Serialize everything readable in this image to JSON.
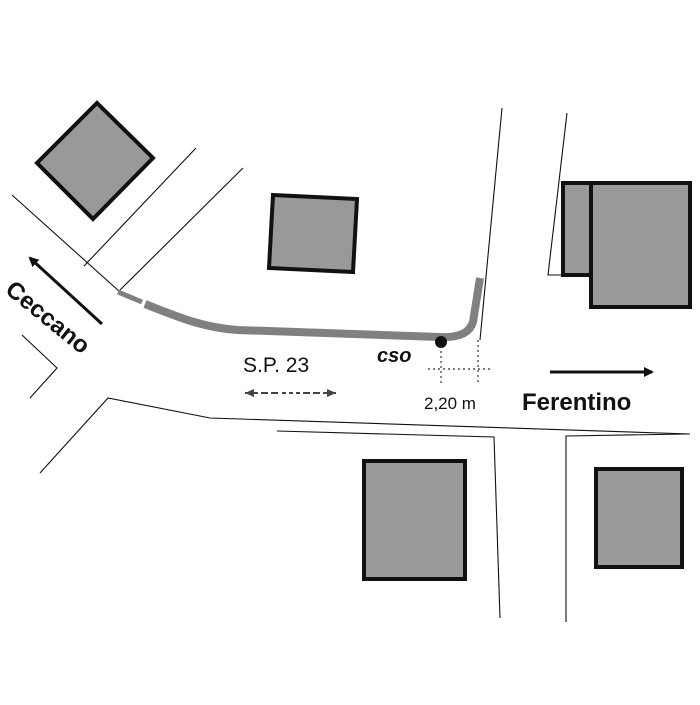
{
  "labels": {
    "west_direction": "Ceccano",
    "east_direction": "Ferentino",
    "road_name": "S.P. 23",
    "point_label": "cso",
    "distance": "2,20 m"
  },
  "colors": {
    "building_fill": "#999999",
    "outline": "#111111",
    "pipe": "#808080",
    "background": "#ffffff"
  }
}
